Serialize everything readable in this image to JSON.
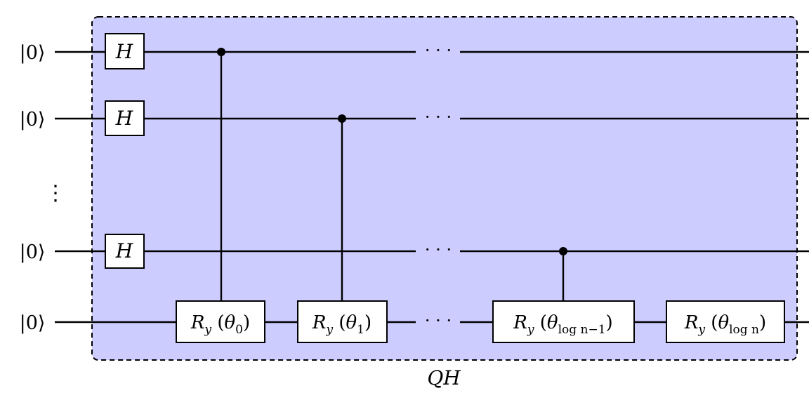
{
  "colors": {
    "region_fill": "#ccccff",
    "line": "#000000",
    "gate_fill": "#ffffff"
  },
  "qubits": [
    {
      "ket": "|0⟩"
    },
    {
      "ket": "|0⟩"
    },
    {
      "ket": "|0⟩"
    },
    {
      "ket": "|0⟩"
    }
  ],
  "vertical_dots": "⋮",
  "hadamard_label": "H",
  "horizontal_dots": "· · ·",
  "rotation_gates": [
    {
      "main": "R",
      "sub_y": "y",
      "open": " (",
      "theta": "θ",
      "index": "0",
      "close": ")"
    },
    {
      "main": "R",
      "sub_y": "y",
      "open": " (",
      "theta": "θ",
      "index": "1",
      "close": ")"
    },
    {
      "main": "R",
      "sub_y": "y",
      "open": " (",
      "theta": "θ",
      "index": "log n−1",
      "close": ")"
    },
    {
      "main": "R",
      "sub_y": "y",
      "open": " (",
      "theta": "θ",
      "index": "log n",
      "close": ")"
    }
  ],
  "region_label": "QH"
}
